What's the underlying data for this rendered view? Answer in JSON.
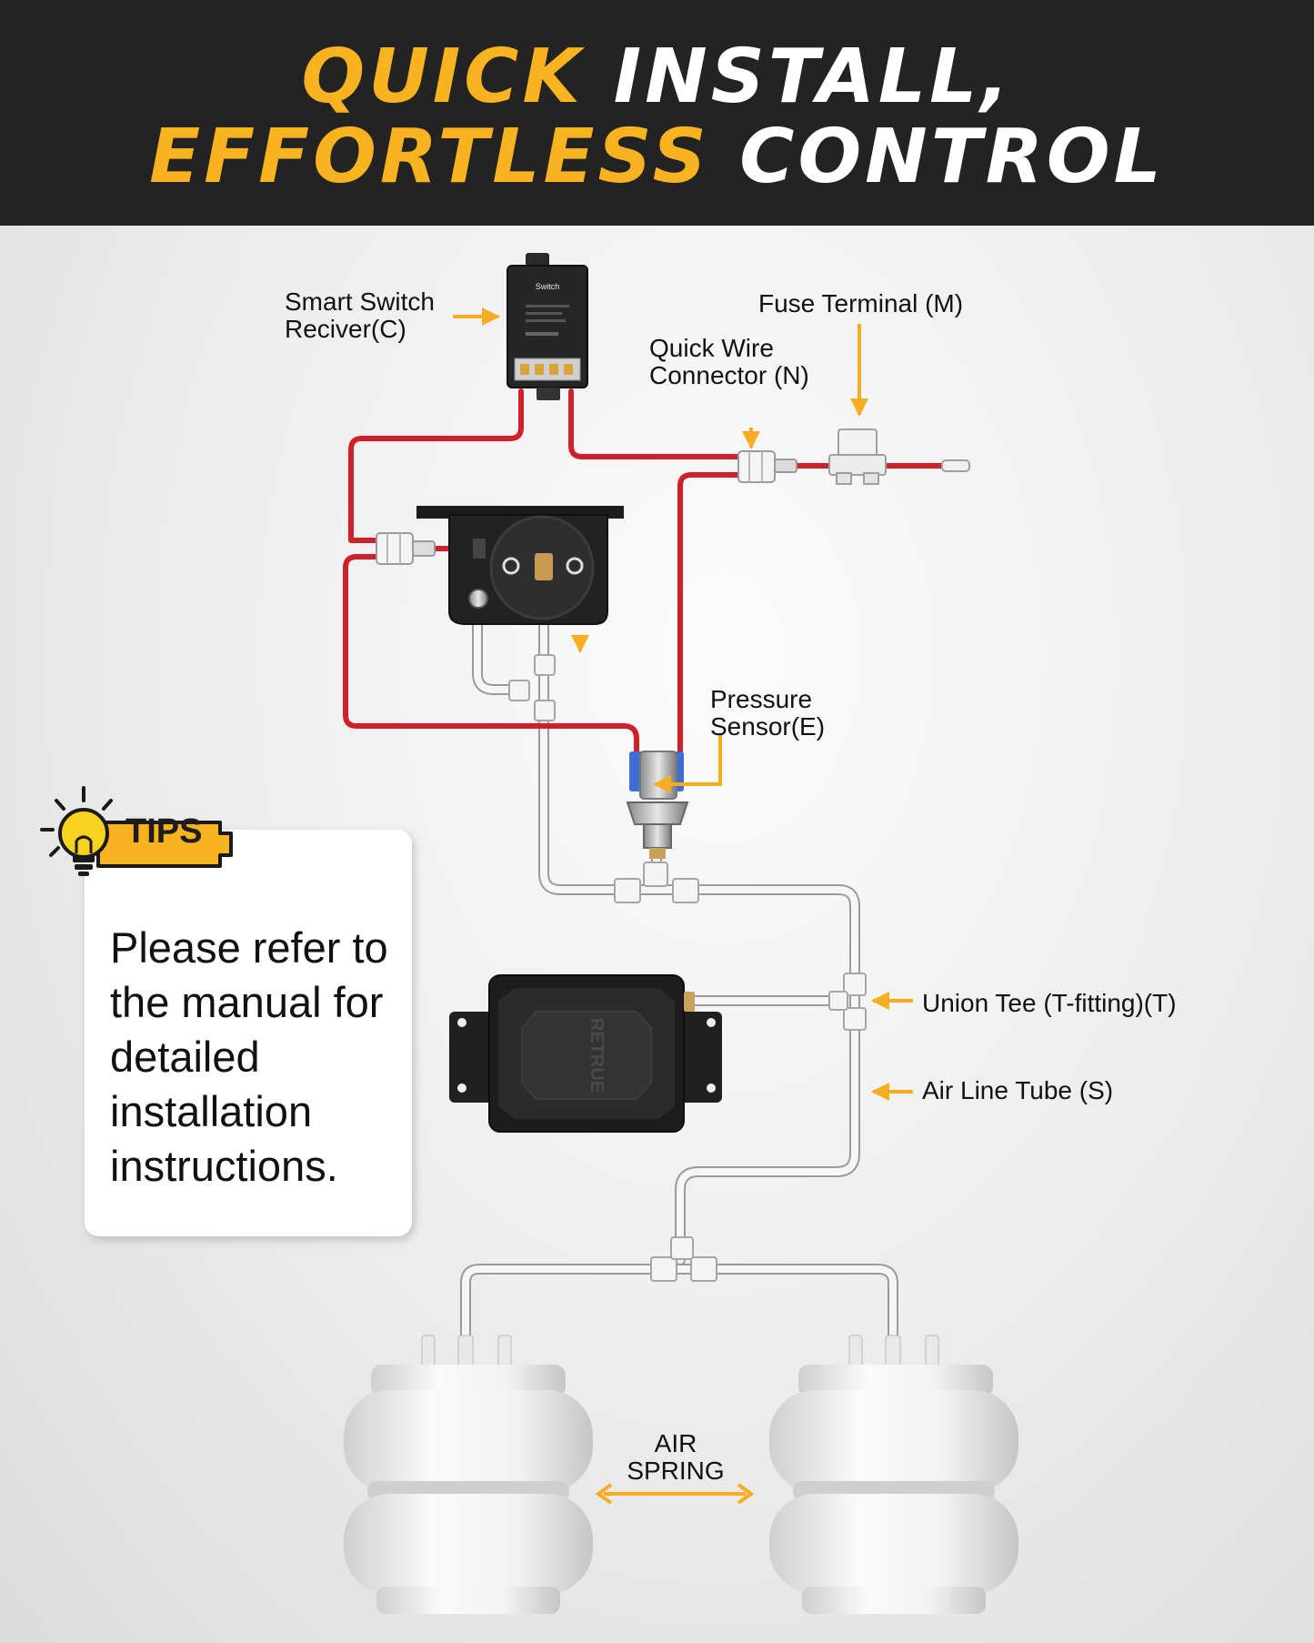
{
  "header": {
    "title_line1_highlight": "QUICK",
    "title_line1_rest": "INSTALL,",
    "title_line2_highlight": "EFFORTLESS",
    "title_line2_rest": "CONTROL",
    "highlight_color": "#f7b320",
    "background_color": "#232323"
  },
  "labels": {
    "smart_switch_line1": "Smart Switch",
    "smart_switch_line2": "Reciver(C)",
    "fuse_terminal": "Fuse Terminal (M)",
    "quick_wire_line1": "Quick Wire",
    "quick_wire_line2": "Connector (N)",
    "pressure_sensor_line1": "Pressure",
    "pressure_sensor_line2": "Sensor(E)",
    "union_tee": "Union Tee (T-fitting)(T)",
    "air_line_tube": "Air Line Tube (S)",
    "air_spring_line1": "AIR",
    "air_spring_line2": "SPRING"
  },
  "device_text": {
    "receiver_label": "Switch",
    "compressor_brand": "RETRUE"
  },
  "tips": {
    "badge": "TIPS",
    "message": "Please refer to the manual for detailed installation instructions."
  },
  "colors": {
    "arrow": "#f7ac22",
    "wire": "#d0202a",
    "tube": "#f4f4f4"
  },
  "icons": {
    "bulb": "lightbulb-icon"
  }
}
